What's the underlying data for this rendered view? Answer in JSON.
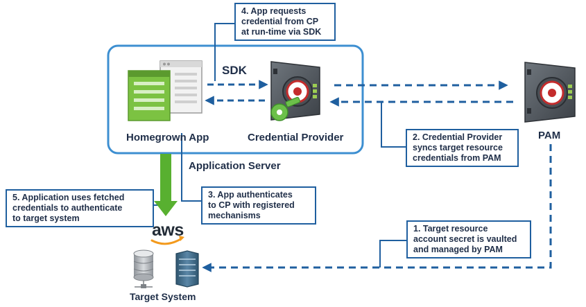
{
  "labels": {
    "sdk": "SDK",
    "homegrown_app": "Homegrown App",
    "credential_provider": "Credential Provider",
    "pam": "PAM",
    "application_server": "Application Server",
    "target_system": "Target System",
    "aws": "aws"
  },
  "callouts": {
    "step1": "1. Target resource\naccount secret is vaulted\nand managed by PAM",
    "step2": "2. Credential Provider\nsyncs target resource\ncredentials from PAM",
    "step3": "3. App authenticates\nto CP with registered\nmechanisms",
    "step4": "4. App requests\ncredential from CP\nat run-time via SDK",
    "step5": "5. Application uses fetched\ncredentials to authenticate\nto target system"
  },
  "colors": {
    "navy_line": "#1f5f9f",
    "server_border": "#3d8fd1",
    "text": "#1f2e48",
    "app_green": "#7cc242",
    "arrow_green": "#58b030",
    "key_green": "#6cc04a",
    "aws_orange": "#f39a1d"
  },
  "icons": {
    "app": "application-windows-icon",
    "vault": "vault-safe-icon",
    "key": "key-icon",
    "database": "database-icon",
    "server": "server-rack-icon",
    "aws": "aws-logo"
  }
}
